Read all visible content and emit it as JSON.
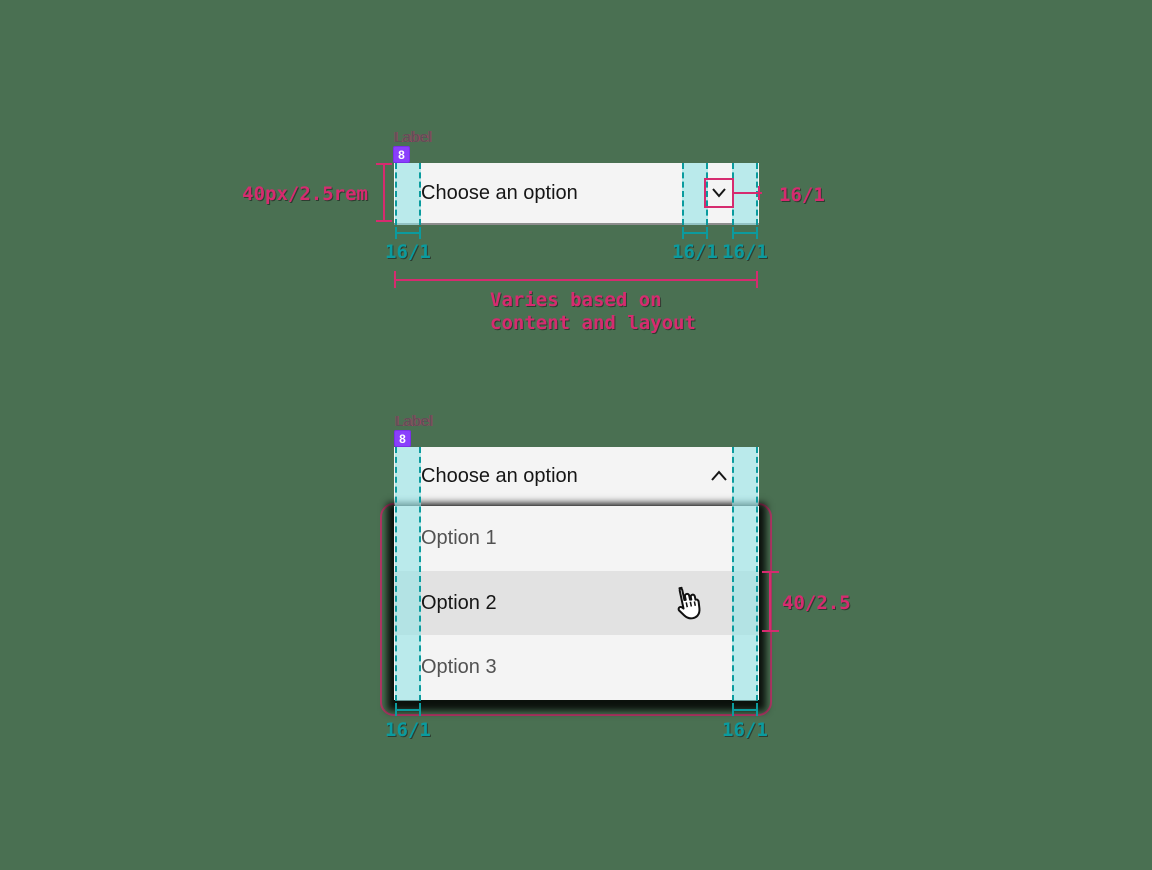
{
  "colors": {
    "background": "#4a7052",
    "annotation_pink": "#d62b6f",
    "annotation_teal": "#0b9b9e",
    "teal_fill": "rgba(150,227,229,0.62)",
    "badge_purple": "#8a3ffc",
    "field_bg": "#f4f4f4",
    "hover_bg": "#e2e2e2",
    "text_primary": "#161616",
    "text_secondary": "#525252"
  },
  "closed_dropdown": {
    "label": "Label",
    "badge": "8",
    "value": "Choose an option",
    "annotations": {
      "field_height": "40px/2.5rem",
      "chevron_size": "16/1",
      "left_padding": "16/1",
      "inner_right_padding": "16/1",
      "right_padding": "16/1",
      "width_note_line1": "Varies based on",
      "width_note_line2": "content and layout"
    }
  },
  "open_dropdown": {
    "label": "Label",
    "badge": "8",
    "value": "Choose an option",
    "options": [
      "Option 1",
      "Option 2",
      "Option 3"
    ],
    "hovered_option": "Option 2",
    "annotations": {
      "option_height": "40/2.5",
      "left_padding": "16/1",
      "right_padding": "16/1"
    }
  }
}
